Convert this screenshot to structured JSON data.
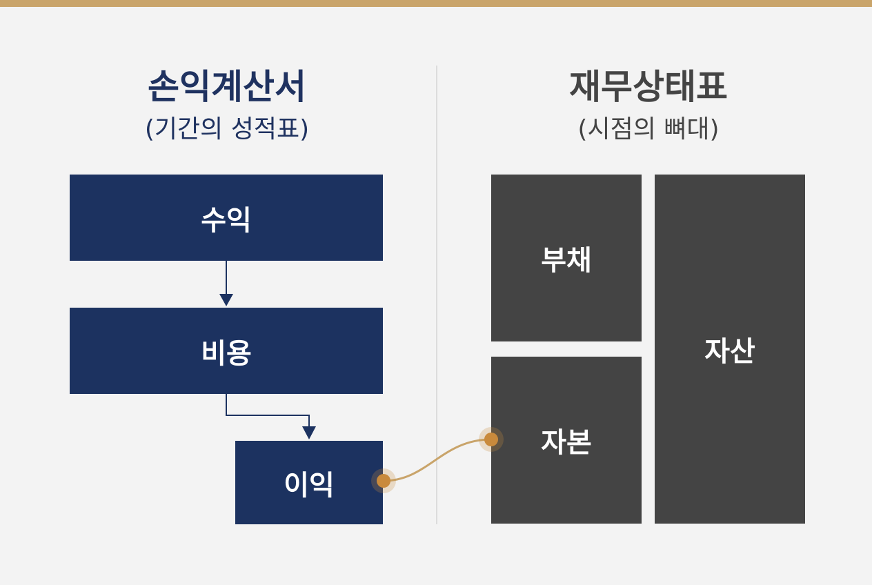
{
  "left": {
    "title": "손익계산서",
    "subtitle": "(기간의 성적표)",
    "boxes": {
      "revenue": "수익",
      "expense": "비용",
      "profit": "이익"
    }
  },
  "right": {
    "title": "재무상태표",
    "subtitle": "(시점의 뼈대)",
    "boxes": {
      "liability": "부채",
      "equity": "자본",
      "asset": "자산"
    }
  },
  "colors": {
    "accent": "#c9a46a",
    "navy": "#1c3260",
    "dark_gray": "#444444",
    "connector_dot": "#c98a3c",
    "background": "#f3f3f3"
  }
}
